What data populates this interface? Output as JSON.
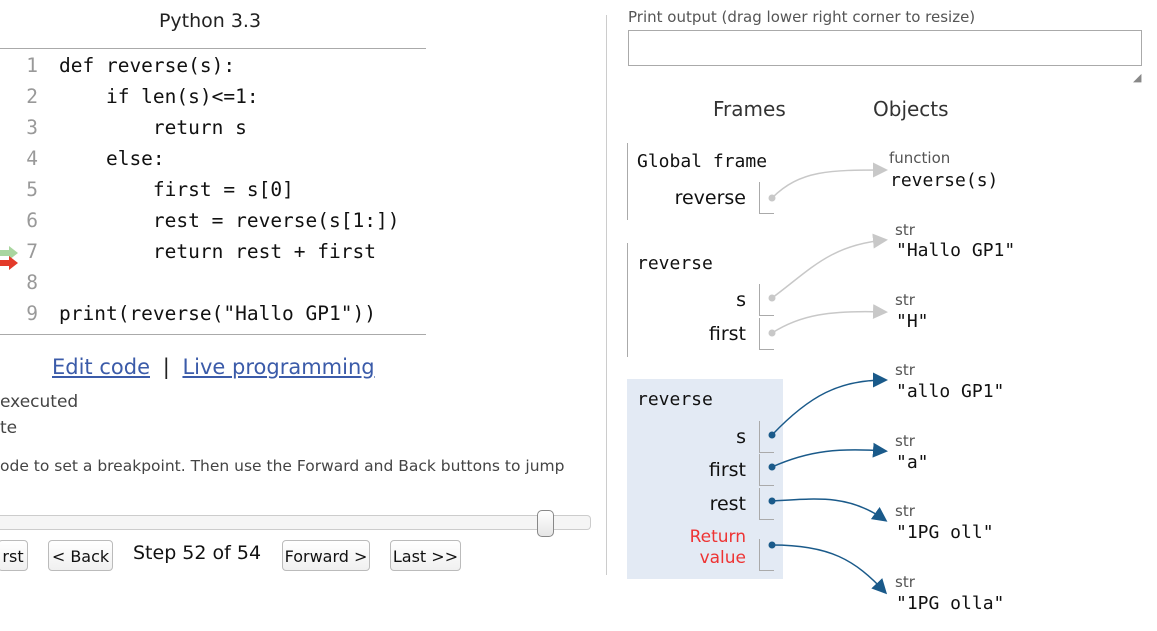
{
  "language": "Python 3.3",
  "code": [
    {
      "num": "1",
      "text": "def reverse(s):"
    },
    {
      "num": "2",
      "text": "    if len(s)<=1:"
    },
    {
      "num": "3",
      "text": "        return s"
    },
    {
      "num": "4",
      "text": "    else:"
    },
    {
      "num": "5",
      "text": "        first = s[0]"
    },
    {
      "num": "6",
      "text": "        rest = reverse(s[1:])"
    },
    {
      "num": "7",
      "text": "        return rest + first"
    },
    {
      "num": "8",
      "text": ""
    },
    {
      "num": "9",
      "text": "print(reverse(\"Hallo GP1\"))"
    }
  ],
  "links": {
    "edit_code": "Edit code",
    "separator": "|",
    "live_programming": "Live programming"
  },
  "legend": {
    "executed": "executed",
    "next": "te"
  },
  "hint": "ode to set a breakpoint. Then use the Forward and Back buttons to jump",
  "navigation": {
    "first_label": "rst",
    "back_label": "< Back",
    "step_text": "Step 52 of 54",
    "forward_label": "Forward >",
    "last_label": "Last >>",
    "slider_fraction": 0.944
  },
  "print_output": {
    "label": "Print output (drag lower right corner to resize)",
    "value": ""
  },
  "visualization": {
    "frames_header": "Frames",
    "objects_header": "Objects",
    "global_frame": {
      "name": "Global frame",
      "vars": [
        {
          "name": "reverse"
        }
      ]
    },
    "frames": [
      {
        "name": "reverse",
        "vars": [
          {
            "name": "s"
          },
          {
            "name": "first"
          }
        ]
      },
      {
        "name": "reverse",
        "vars": [
          {
            "name": "s"
          },
          {
            "name": "first"
          },
          {
            "name": "rest"
          }
        ],
        "return_label_1": "Return",
        "return_label_2": "value"
      }
    ],
    "objects": [
      {
        "type": "function",
        "value": "reverse(s)"
      },
      {
        "type": "str",
        "value": "\"Hallo GP1\""
      },
      {
        "type": "str",
        "value": "\"H\""
      },
      {
        "type": "str",
        "value": "\"allo GP1\""
      },
      {
        "type": "str",
        "value": "\"a\""
      },
      {
        "type": "str",
        "value": "\"1PG oll\""
      },
      {
        "type": "str",
        "value": "\"1PG olla\""
      }
    ]
  },
  "colors": {
    "pointer_active": "#1a5a8a",
    "pointer_inactive": "#c8c8c8",
    "active_frame_bg": "#e3eaf4",
    "arrow_prev": "#a9d6a0",
    "arrow_next": "#e33b2a",
    "link": "#3b5ba9",
    "return_value": "#e33"
  }
}
